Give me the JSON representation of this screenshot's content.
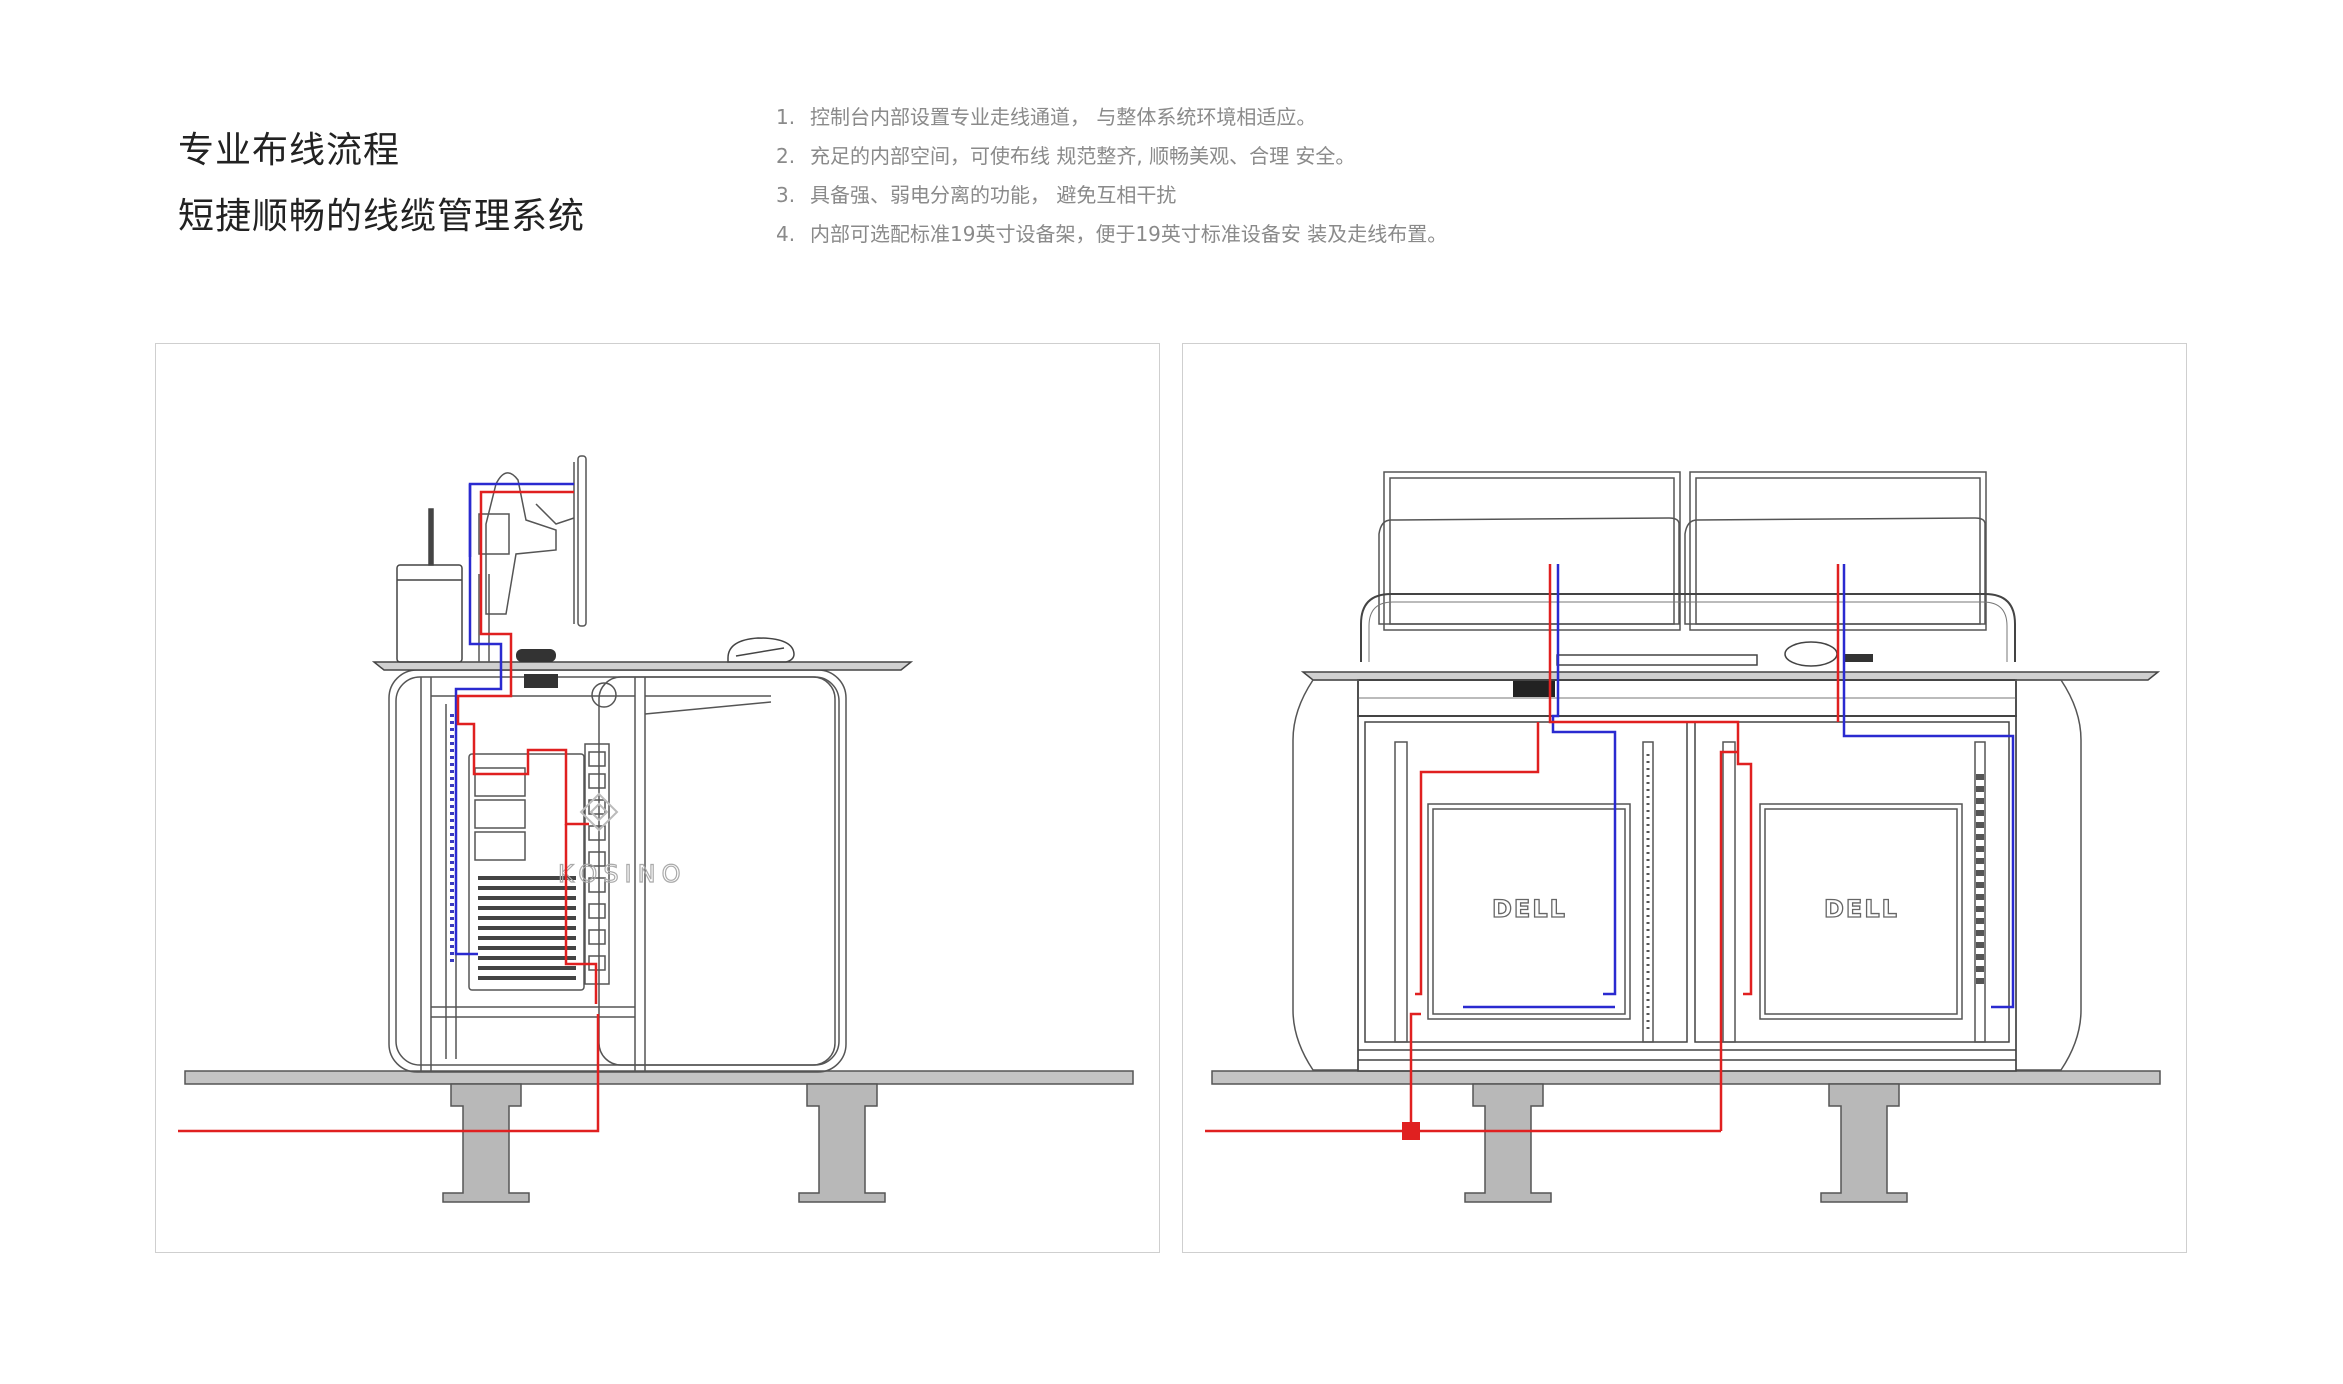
{
  "header": {
    "title_line_1": "专业布线流程",
    "title_line_2": "短捷顺畅的线缆管理系统"
  },
  "notes": [
    {
      "num": "1.",
      "text": "控制台内部设置专业走线通道， 与整体系统环境相适应。"
    },
    {
      "num": "2.",
      "text": "充足的内部空间，可使布线 规范整齐, 顺畅美观、合理 安全。"
    },
    {
      "num": "3.",
      "text": "具备强、弱电分离的功能， 避免互相干扰"
    },
    {
      "num": "4.",
      "text": "内部可选配标准19英寸设备架，便于19英寸标准设备安 装及走线布置。"
    }
  ],
  "diagrams": {
    "side_view": {
      "watermark": "KOSINO"
    },
    "front_view": {
      "server_brand_left": "DELL",
      "server_brand_right": "DELL"
    }
  },
  "colors": {
    "strong_power_cable": "#e02020",
    "weak_signal_cable": "#2a2ad0",
    "outline": "#555555",
    "floor_gray": "#b3b3b3"
  }
}
